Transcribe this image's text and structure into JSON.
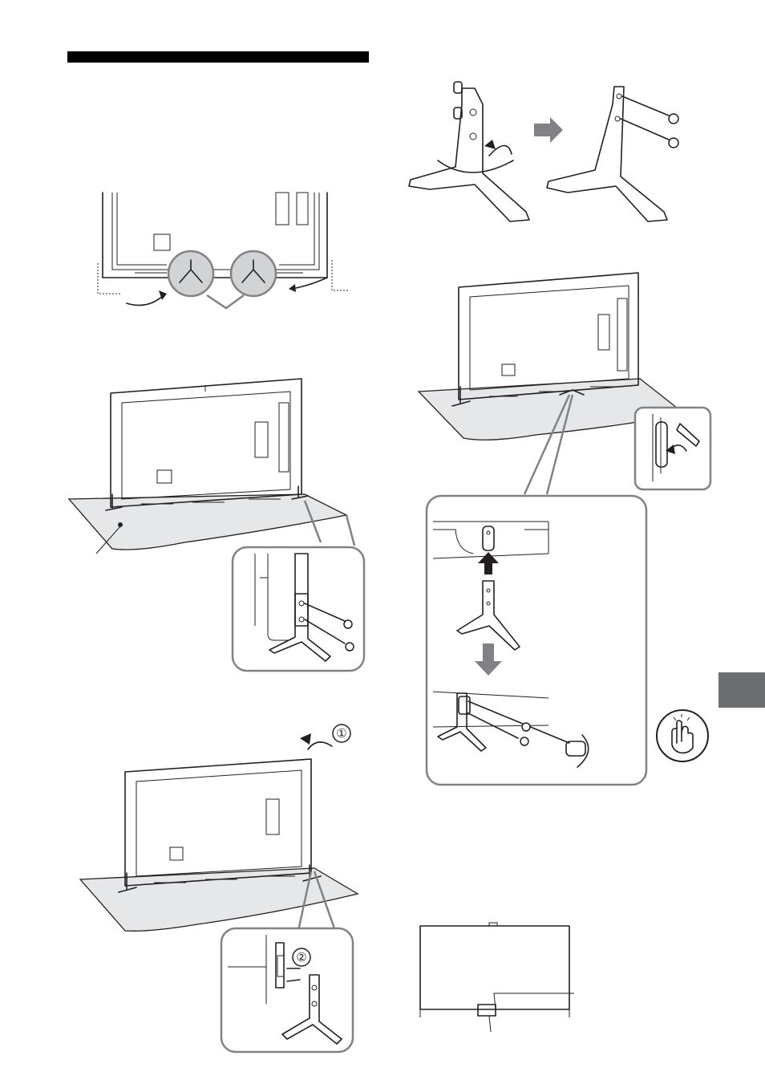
{
  "step_markers": [
    "①",
    "②"
  ],
  "colors": {
    "header_bar": "#000000",
    "side_tab": "#6d6e71",
    "callout_outline": "#808285",
    "shelf_fill": "#e6e7e8",
    "arrow_grey": "#808285"
  },
  "icons": [
    "tv-back-stand-position-illustration",
    "tv-on-shelf-illustration",
    "stand-screw-callout",
    "rotate-tv-illustration",
    "stand-attach-callout",
    "stand-rotate-illustration",
    "stand-screws-illustration",
    "tv-stand-removal-illustration",
    "cable-cover-callout",
    "stand-mount-callout",
    "careful-hand-icon",
    "tv-front-illustration"
  ]
}
